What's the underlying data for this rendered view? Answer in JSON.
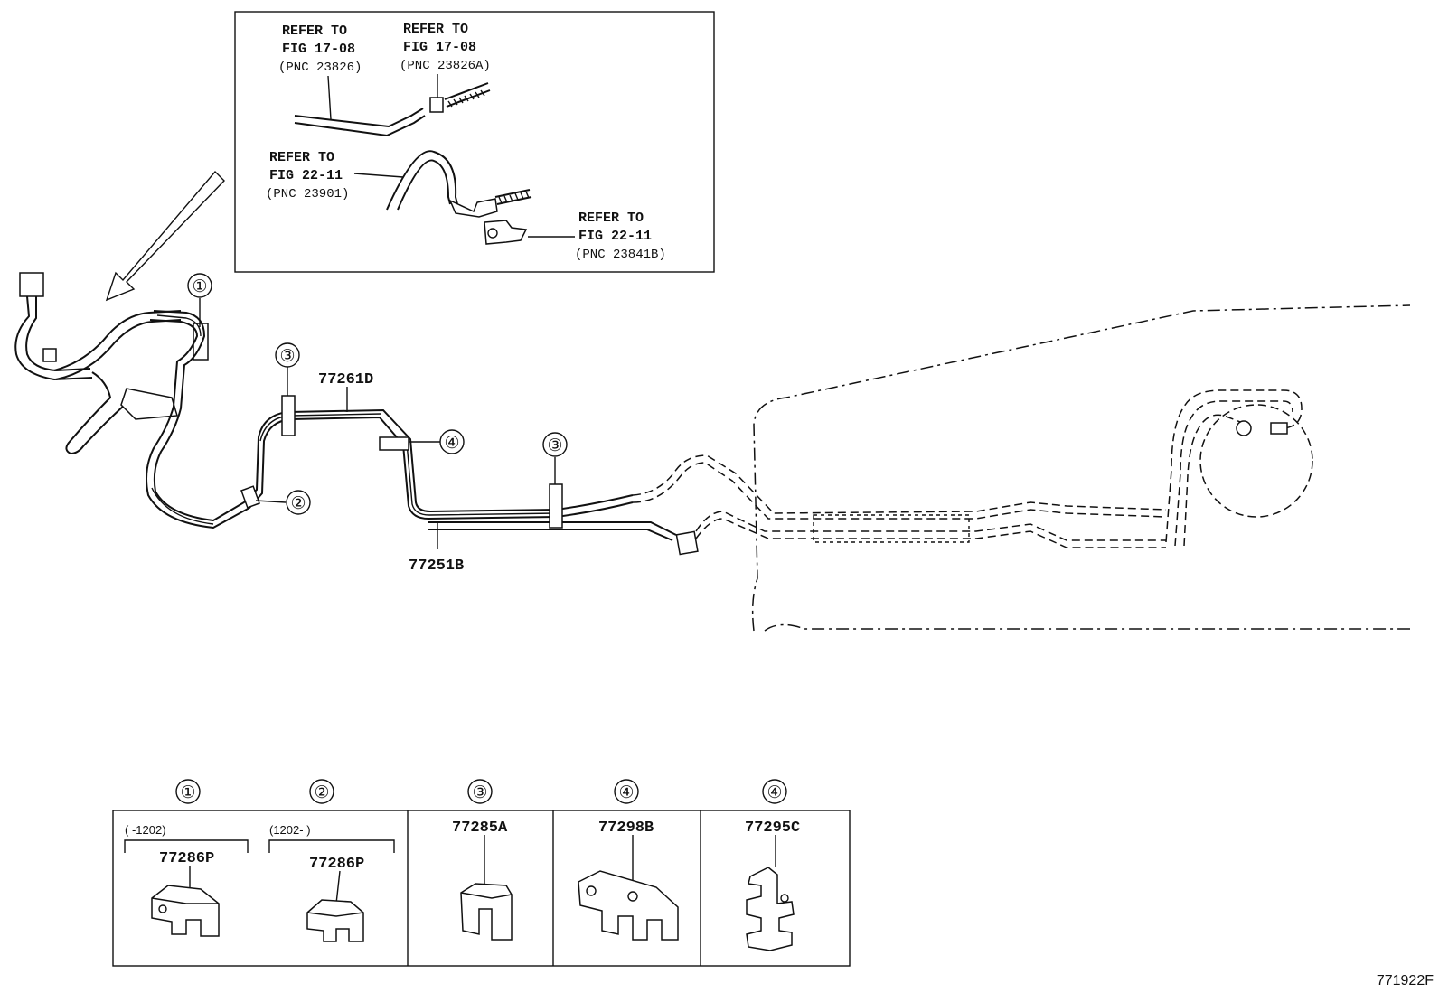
{
  "inset": {
    "refs": [
      {
        "line1": "REFER TO",
        "line2": "FIG 17-08",
        "pnc": "(PNC 23826)"
      },
      {
        "line1": "REFER TO",
        "line2": "FIG 17-08",
        "pnc": "(PNC 23826A)"
      },
      {
        "line1": "REFER TO",
        "line2": "FIG 22-11",
        "pnc": "(PNC 23901)"
      },
      {
        "line1": "REFER TO",
        "line2": "FIG 22-11",
        "pnc": "(PNC 23841B)"
      }
    ]
  },
  "main": {
    "parts": {
      "p77261D": "77261D",
      "p77251B": "77251B"
    },
    "callouts": {
      "c1": "①",
      "c2": "②",
      "c3a": "③",
      "c3b": "③",
      "c4": "④"
    }
  },
  "legend": {
    "cells": [
      {
        "callout": "①",
        "range": "(    -1202)",
        "part": "77286P"
      },
      {
        "callout": "②",
        "range": "(1202-    )",
        "part": "77286P"
      },
      {
        "callout": "③",
        "range": "",
        "part": "77285A"
      },
      {
        "callout": "④",
        "range": "",
        "part": "77298B"
      },
      {
        "callout": "④",
        "range": "",
        "part": "77295C"
      }
    ]
  },
  "figure_id": "771922F"
}
